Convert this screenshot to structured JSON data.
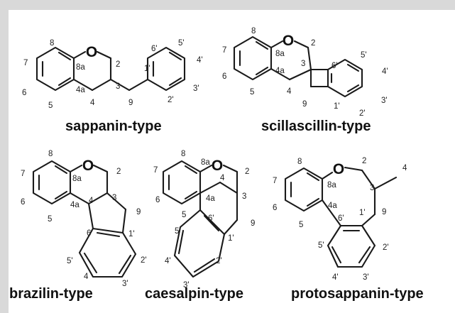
{
  "figure": {
    "frame_color": "#d9d9d9",
    "structures": [
      {
        "id": "sappanin",
        "title": "sappanin-type",
        "oxygen": "O",
        "labels": [
          "8",
          "7",
          "6",
          "5",
          "4",
          "4a",
          "8a",
          "2",
          "3",
          "9",
          "1'",
          "2'",
          "3'",
          "4'",
          "5'",
          "6'"
        ]
      },
      {
        "id": "scillascillin",
        "title": "scillascillin-type",
        "oxygen": "O",
        "labels": [
          "8",
          "7",
          "6",
          "5",
          "4a",
          "8a",
          "2",
          "3",
          "4",
          "9",
          "6'",
          "5'",
          "4'",
          "3'",
          "2'",
          "1'"
        ]
      },
      {
        "id": "brazilin",
        "title": "brazilin-type",
        "oxygen": "O",
        "labels": [
          "8",
          "7",
          "6",
          "5",
          "4a",
          "8a",
          "2",
          "3",
          "4",
          "9",
          "1'",
          "6'",
          "2'",
          "5'",
          "4",
          "3'"
        ]
      },
      {
        "id": "caesalpin",
        "title": "caesalpin-type",
        "oxygen": "O",
        "labels": [
          "8",
          "7",
          "6",
          "5",
          "8a",
          "2",
          "4",
          "3",
          "4a",
          "6'",
          "5'",
          "1'",
          "4'",
          "3'",
          "2'",
          "9"
        ]
      },
      {
        "id": "protosappanin",
        "title": "protosappanin-type",
        "oxygen": "O",
        "labels": [
          "8",
          "7",
          "6",
          "5",
          "8a",
          "4a",
          "2",
          "3",
          "4",
          "9",
          "6'",
          "1'",
          "5'",
          "4'",
          "3'",
          "2'"
        ]
      }
    ]
  }
}
